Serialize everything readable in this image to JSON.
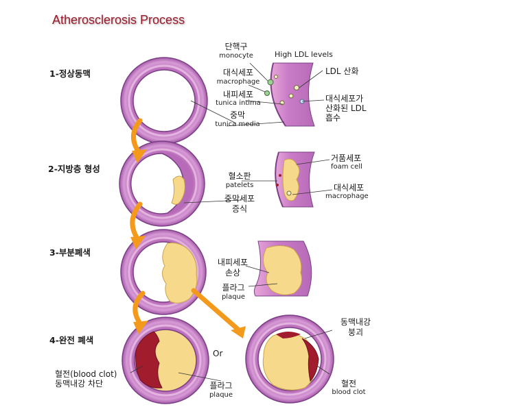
{
  "title": "Atherosclerosis Process",
  "steps": [
    {
      "label": "1-정상동맥"
    },
    {
      "label": "2-지방층 형성"
    },
    {
      "label": "3-부분폐색"
    },
    {
      "label": "4-완전 폐색"
    }
  ],
  "labels": {
    "monocyte_ko": "단핵구",
    "monocyte_en": "monocyte",
    "high_ldl": "High LDL levels",
    "macrophage1_ko": "대식세포",
    "macrophage1_en": "macrophage",
    "ldl_oxidation": "LDL 산화",
    "intima_ko": "내피세포",
    "intima_en": "tunica intima",
    "absorb_1": "대식세포가",
    "absorb_2": "산화된 LDL",
    "absorb_3": "흡수",
    "media_ko": "중막",
    "media_en": "tunica media",
    "foam_ko": "거품세포",
    "foam_en": "foam cell",
    "platelets_ko": "혈소판",
    "platelets_en": "patelets",
    "macrophage2_ko": "대식세포",
    "macrophage2_en": "macrophage",
    "media_prolif_1": "중막세포",
    "media_prolif_2": "증식",
    "endo_damage_1": "내피세포",
    "endo_damage_2": "손상",
    "plaque1_ko": "플라그",
    "plaque1_en": "plaque",
    "lumen_collapse_1": "동맥내강",
    "lumen_collapse_2": "붕괴",
    "or": "Or",
    "clot_1": "혈전(blood clot)",
    "clot_2": "동맥내강 차단",
    "plaque2_ko": "플라그",
    "plaque2_en": "plaque",
    "clot2_ko": "혈전",
    "clot2_en": "blood clot"
  },
  "colors": {
    "title": "#9b1c2e",
    "artery_wall": "#c77dc6",
    "artery_outline": "#7a3f86",
    "plaque": "#f6d98b",
    "clot": "#a11d2e",
    "arrow": "#f39a1c"
  }
}
